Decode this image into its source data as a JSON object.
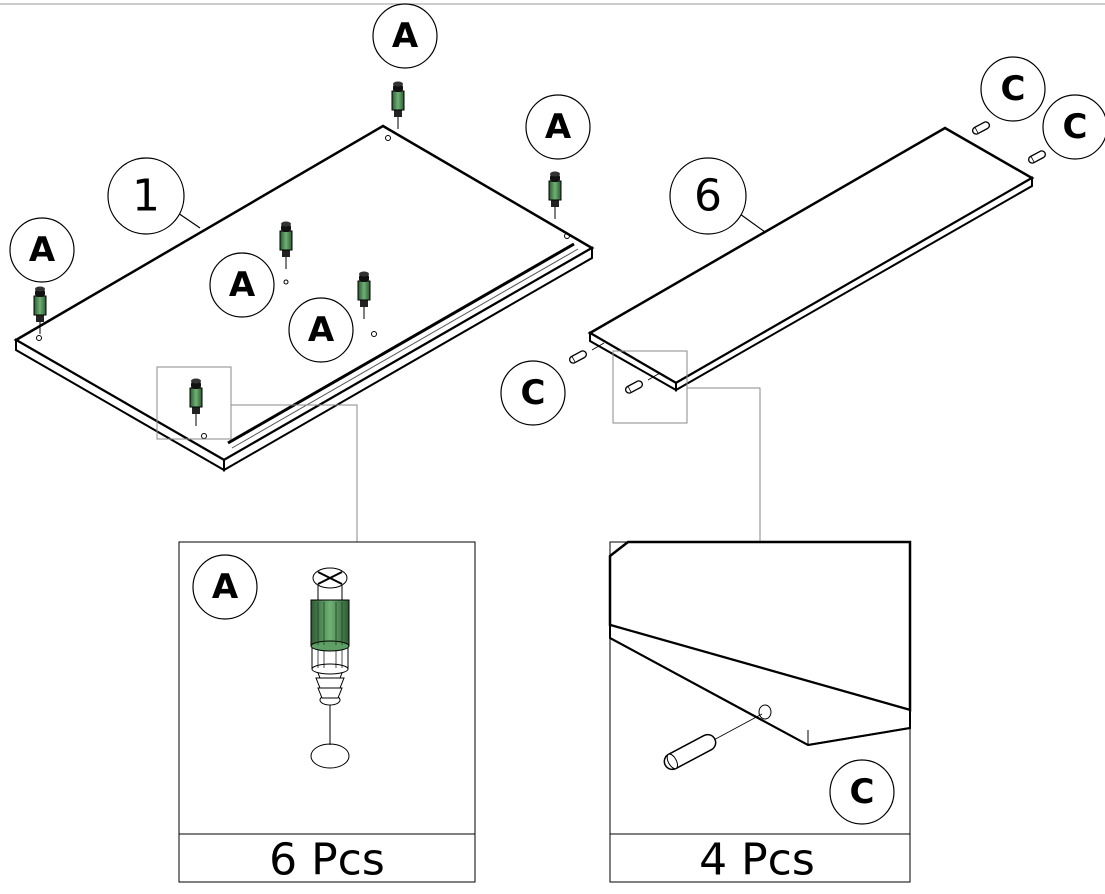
{
  "parts": {
    "panel_number": "1",
    "shelf_number": "6"
  },
  "hardware": {
    "cam_label": "A",
    "dowel_label": "C"
  },
  "quantities": {
    "cam_qty": "6 Pcs",
    "dowel_qty": "4 Pcs"
  },
  "colors": {
    "line": "#000000",
    "cam_body": "#4f8f55",
    "cam_dark": "#2d5a32",
    "callout_line": "#8a8a8a"
  }
}
